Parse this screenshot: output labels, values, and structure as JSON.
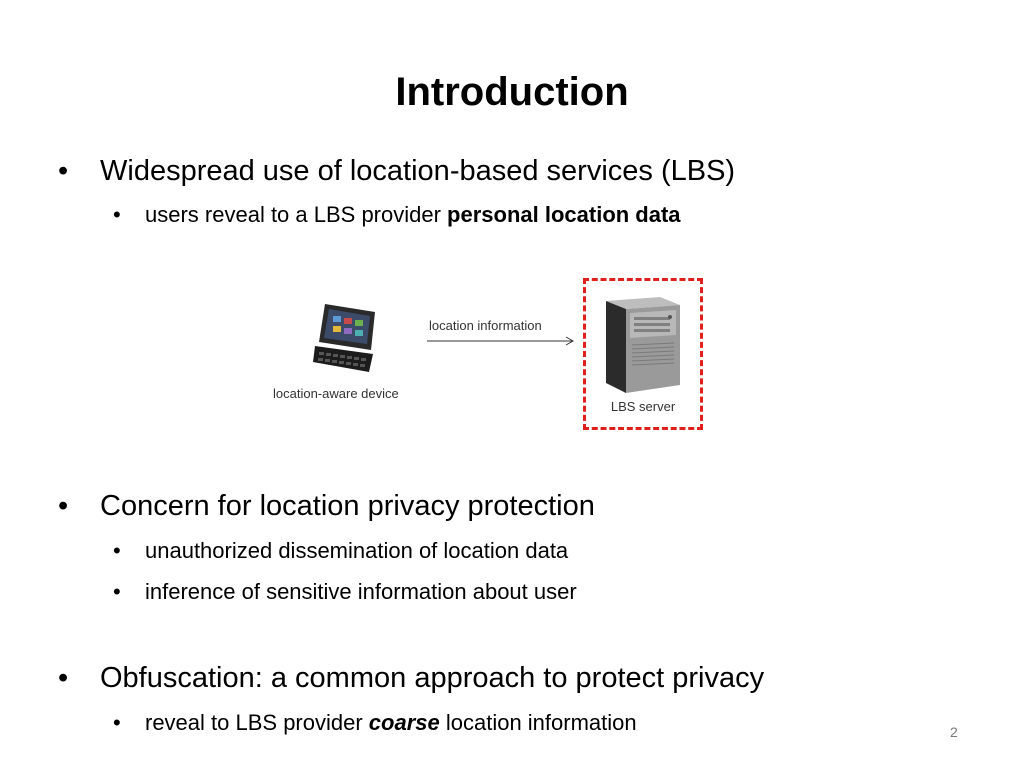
{
  "slide": {
    "title": "Introduction",
    "page_number": "2"
  },
  "bullets": [
    {
      "text": "Widespread use of location-based services (LBS)",
      "sub": [
        {
          "prefix": "users reveal to a LBS provider ",
          "emph": "personal location data",
          "suffix": ""
        }
      ]
    },
    {
      "text": "Concern for location privacy protection",
      "sub": [
        {
          "prefix": "unauthorized dissemination of location data",
          "emph": "",
          "suffix": ""
        },
        {
          "prefix": "inference of sensitive information about user",
          "emph": "",
          "suffix": ""
        }
      ]
    },
    {
      "text": "Obfuscation:  a common approach to protect privacy",
      "sub": [
        {
          "prefix": "reveal to LBS provider ",
          "emph": "coarse",
          "suffix": " location information"
        }
      ]
    }
  ],
  "diagram": {
    "device_label": "location-aware device",
    "arrow_label": "location information",
    "server_label": "LBS server",
    "device_icon": "phone-icon",
    "server_icon": "server-icon",
    "box_color": "#e0201c"
  },
  "bullet_glyph": "•"
}
